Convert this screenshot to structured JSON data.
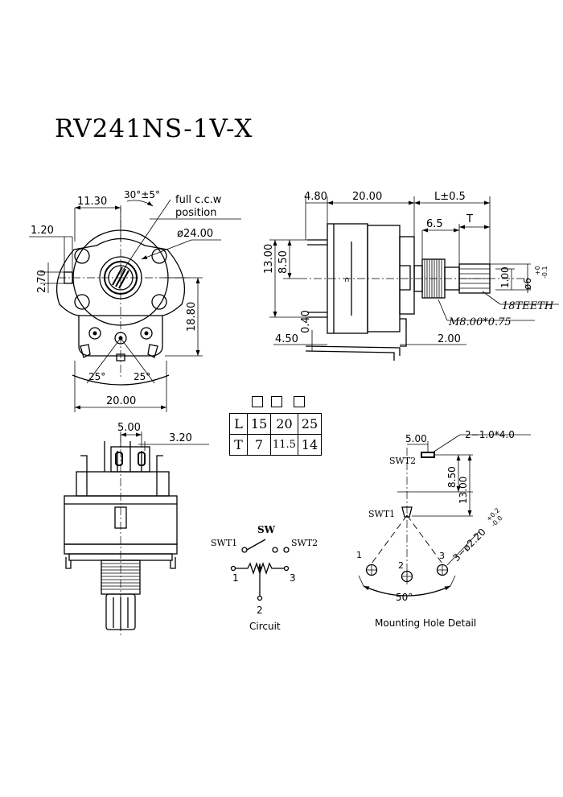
{
  "title": "RV241NS-1V-X",
  "front_view": {
    "dim_width_top": "11.30",
    "dim_angle_top": "30°±5°",
    "note_line1": "full c.c.w",
    "note_line2": "position",
    "dim_diameter": "ø24.00",
    "dim_left_offset": "1.20",
    "dim_slot": "2.70",
    "dim_height": "18.80",
    "angle_left": "25°",
    "angle_right": "25°",
    "dim_width_bottom": "20.00"
  },
  "side_view": {
    "dim_body_depth": "4.80",
    "dim_body_len": "20.00",
    "dim_shaft_len": "L±0.5",
    "dim_thread": "6.5",
    "dim_knurl": "T",
    "dim_height_total": "13.00",
    "dim_height_pin": "8.50",
    "dim_pin_thk": "0.40",
    "dim_pin_offset": "4.50",
    "dim_bush_step": "2.00",
    "dim_flat": "1.00",
    "dim_shaft_dia": "ø6",
    "tol_shaft_upper": "+0",
    "tol_shaft_lower": "-0.1",
    "label_teeth": "18TEETH",
    "label_thread": "M8.00*0.75"
  },
  "length_table": {
    "checkbox_count": 3,
    "row_L": [
      "L",
      "15",
      "20",
      "25"
    ],
    "row_T": [
      "T",
      "7",
      "11.5",
      "14"
    ]
  },
  "bottom_view": {
    "dim_pitch": "5.00",
    "dim_pin_w": "3.20"
  },
  "circuit": {
    "label_sw": "SW",
    "label_swt1": "SWT1",
    "label_swt2": "SWT2",
    "pin1": "1",
    "pin2": "2",
    "pin3": "3",
    "caption": "Circuit"
  },
  "mounting": {
    "dim_swt_w": "5.00",
    "label_slot": "2−1.0*4.0",
    "label_swt2": "SWT2",
    "label_swt1": "SWT1",
    "dim_850": "8.50",
    "dim_1300": "13.00",
    "label_holes": "3−ø2.20",
    "tol_hole_upper": "+0.2",
    "tol_hole_lower": "-0.0",
    "hole1": "1",
    "hole2": "2",
    "hole3": "3",
    "angle": "50°",
    "caption": "Mounting Hole Detail"
  }
}
